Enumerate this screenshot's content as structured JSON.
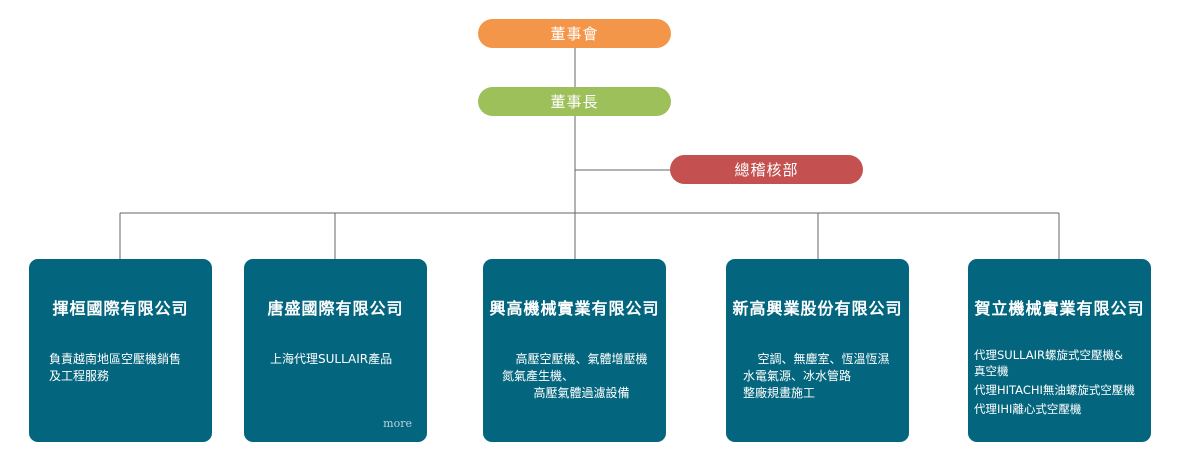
{
  "board": "董事會",
  "chairman": "董事長",
  "admin": "總稽核部",
  "companies": [
    {
      "name": "揮桓國際有限公司",
      "desc_lines": [
        "負責越南地區空壓機銷售",
        "及工程服務"
      ]
    },
    {
      "name": "唐盛國際有限公司",
      "desc_lines": [
        "上海代理SULLAIR產品"
      ],
      "more": "more"
    },
    {
      "name": "興高機械實業有限公司",
      "desc_lines": [
        "高壓空壓機、氣體增壓機",
        "氮氣產生機、",
        "高壓氣體過濾設備"
      ]
    },
    {
      "name": "新高興業股份有限公司",
      "desc_lines": [
        "空調、無塵室、恆溫恆濕",
        "水電氣源、冰水管路",
        "整廠規畫施工"
      ]
    },
    {
      "name": "賀立機械實業有限公司",
      "desc_lines": [
        "代理SULLAIR螺旋式空壓機&",
        "真空機",
        "代理HITACHI無油螺旋式空壓機",
        "代理IHI離心式空壓機"
      ]
    }
  ],
  "colors": {
    "board": "#f4964a",
    "chairman": "#9dc05a",
    "admin": "#c4504f",
    "company": "#04667e",
    "connector": "#666666"
  }
}
